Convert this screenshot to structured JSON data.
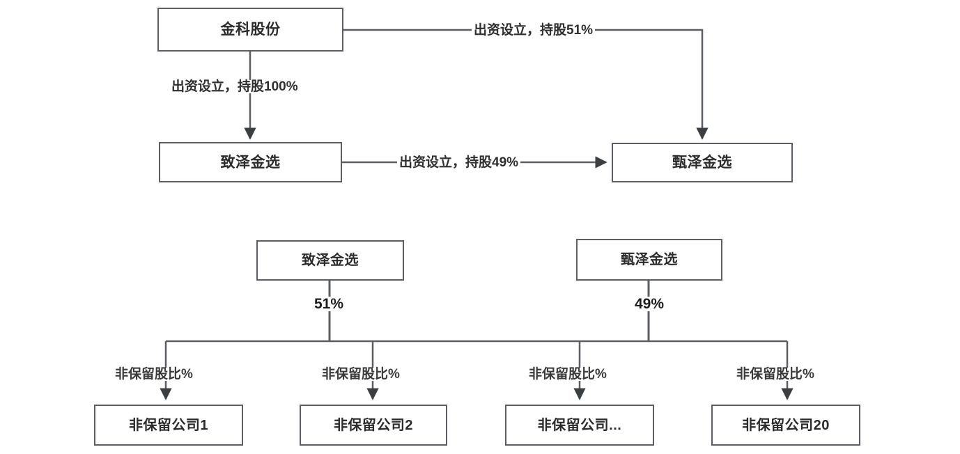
{
  "diagram": {
    "type": "org-ownership-flowchart",
    "line_color": "#5b5f63",
    "text_color": "#2b2b2b",
    "background": "#ffffff",
    "upper_section": {
      "nodes": {
        "parent": "金科股份",
        "left_sub": "致泽金选",
        "right_sub": "甄泽金选"
      },
      "edges": {
        "parent_to_left": "出资设立，持股100%",
        "parent_to_right": "出资设立，持股51%",
        "left_to_right": "出资设立，持股49%"
      }
    },
    "lower_section": {
      "holders": [
        {
          "name": "致泽金选",
          "share": "51%"
        },
        {
          "name": "甄泽金选",
          "share": "49%"
        }
      ],
      "leaf_edge_label": "非保留股比%",
      "leaves": [
        {
          "name": "非保留公司1",
          "edge": "非保留股比%"
        },
        {
          "name": "非保留公司2",
          "edge": "非保留股比%"
        },
        {
          "name": "非保留公司...",
          "edge": "非保留股比%"
        },
        {
          "name": "非保留公司20",
          "edge": "非保留股比%"
        }
      ]
    }
  }
}
